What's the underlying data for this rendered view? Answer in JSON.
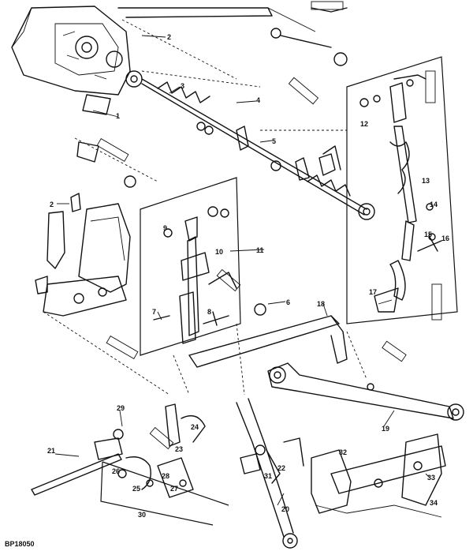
{
  "figure_code": "BP18050",
  "callouts": [
    "1",
    "2",
    "3",
    "4",
    "5",
    "6",
    "7",
    "8",
    "9",
    "10",
    "11",
    "12",
    "13",
    "14",
    "15",
    "16",
    "17",
    "18",
    "19",
    "20",
    "21",
    "22",
    "23",
    "24",
    "25",
    "26",
    "27",
    "28",
    "29",
    "30",
    "31",
    "32",
    "33",
    "34"
  ],
  "callout_labels": {
    "c1": "1",
    "c2": "2",
    "c3": "3",
    "c4": "4",
    "c5": "5",
    "c6": "6",
    "c7": "7",
    "c8": "8",
    "c9": "9",
    "c10": "10",
    "c11": "11",
    "c12": "12",
    "c13": "13",
    "c14": "14",
    "c15": "15",
    "c16": "16",
    "c17": "17",
    "c18": "18",
    "c19": "19",
    "c20": "20",
    "c21": "21",
    "c22": "22",
    "c23": "23",
    "c24": "24",
    "c25": "25",
    "c26": "26",
    "c27": "27",
    "c28": "28",
    "c29": "29",
    "c30": "30",
    "c31": "31",
    "c32": "32",
    "c33": "33",
    "c34": "34"
  }
}
